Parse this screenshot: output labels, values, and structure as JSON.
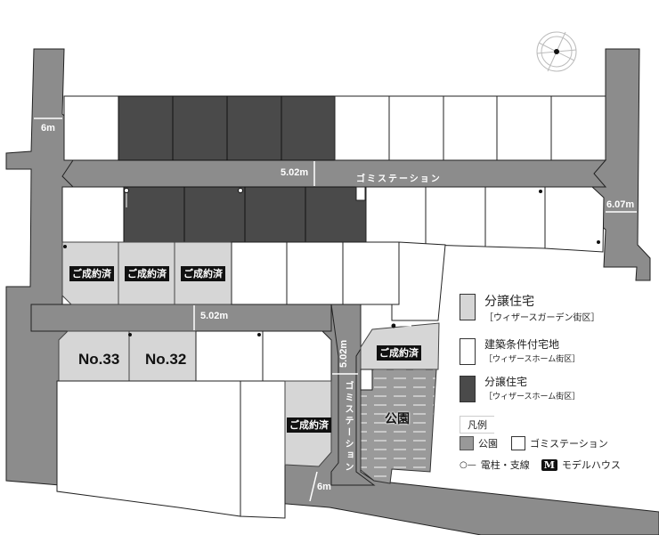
{
  "map": {
    "dimensions": {
      "left_road": "6m",
      "upper_road": "5.02m",
      "right_road": "6.07m",
      "middle_road": "5.02m",
      "vertical_road": "5.02m",
      "bottom_road": "6m"
    },
    "garbage_station_label": "ゴミステーション",
    "sold_label": "ご成約済",
    "park_label": "公園",
    "lots": {
      "no33": "No.33",
      "no32": "No.32"
    }
  },
  "legend": {
    "title": "凡例",
    "items": [
      {
        "main": "分譲住宅",
        "sub": "［ウィザースガーデン街区］",
        "color": "#d6d6d6"
      },
      {
        "main": "建築条件付宅地",
        "sub": "［ウィザースホーム街区］",
        "color": "#ffffff"
      },
      {
        "main": "分譲住宅",
        "sub": "［ウィザースホーム街区］",
        "color": "#4a4a4a"
      }
    ],
    "park": "公園",
    "garbage": "ゴミステーション",
    "pole": "電柱・支線",
    "model_mark": "M",
    "model": "モデルハウス"
  }
}
